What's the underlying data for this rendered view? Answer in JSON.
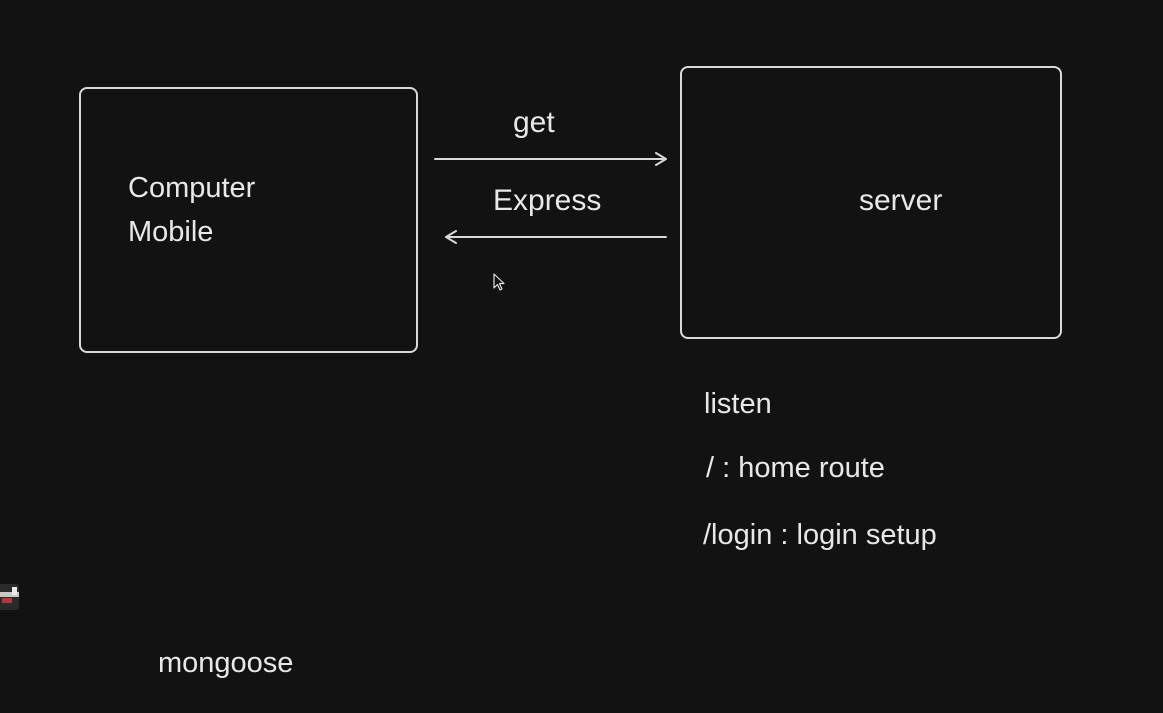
{
  "client_box": {
    "line1": "Computer",
    "line2": "Mobile"
  },
  "server_box": {
    "label": "server"
  },
  "arrows": {
    "request_label": "get",
    "response_label": "Express"
  },
  "server_notes": [
    "listen",
    "/ : home route",
    "/login : login setup"
  ],
  "bottom_note": "mongoose",
  "colors": {
    "background": "#121212",
    "stroke": "#d9d9d9",
    "text": "#e8e8e8"
  },
  "icons": {
    "cursor": "mouse-pointer-icon"
  }
}
